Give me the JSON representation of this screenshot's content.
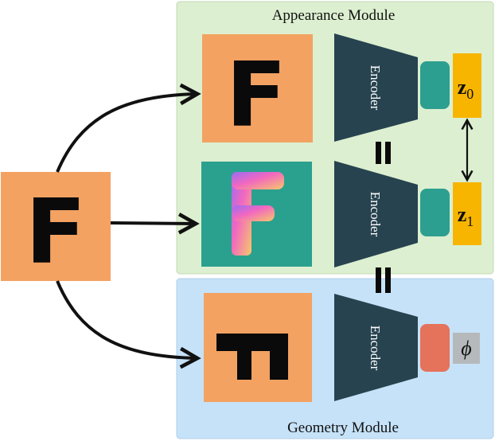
{
  "appearance_module": {
    "title": "Appearance Module"
  },
  "geometry_module": {
    "title": "Geometry Module"
  },
  "input": {
    "letter": "F"
  },
  "branches": [
    {
      "letter": "F",
      "encoder_label": "Encoder",
      "latent_label": "z",
      "latent_subscript": "0"
    },
    {
      "letter": "F",
      "encoder_label": "Encoder",
      "latent_label": "z",
      "latent_subscript": "1"
    },
    {
      "letter": "F",
      "encoder_label": "Encoder",
      "latent_label": "ϕ"
    }
  ],
  "colors": {
    "appearance_bg": "#dcefd0",
    "geometry_bg": "#c6e2f8",
    "input_orange": "#f3a262",
    "encoder_dark": "#27434f",
    "teal_output": "#2d9f90",
    "red_output": "#e5725a",
    "latent_yellow": "#f7b500",
    "phi_gray": "#b6b9bb",
    "teal_square": "#2aa18e"
  }
}
